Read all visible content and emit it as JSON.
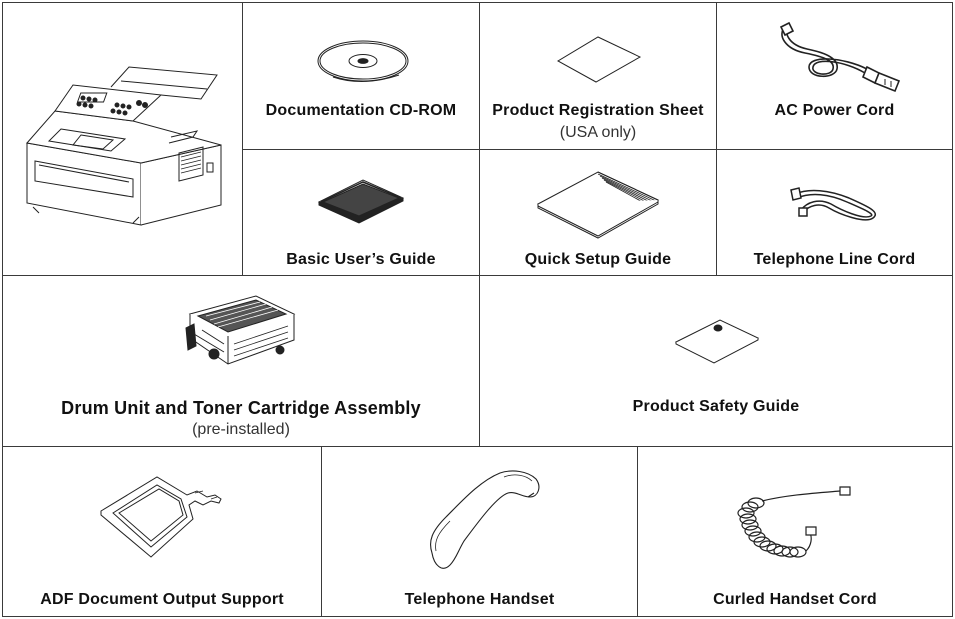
{
  "items": {
    "machine": {
      "icon": "fax-machine-icon"
    },
    "cd": {
      "label": "Documentation CD-ROM",
      "icon": "cd-rom-icon"
    },
    "registration": {
      "label": "Product Registration Sheet",
      "note": "(USA only)",
      "icon": "sheet-icon"
    },
    "power": {
      "label": "AC Power Cord",
      "icon": "power-cord-icon"
    },
    "users_guide": {
      "label": "Basic User’s Guide",
      "icon": "booklet-icon"
    },
    "quick_setup": {
      "label": "Quick Setup Guide",
      "icon": "guide-booklet-icon"
    },
    "line_cord": {
      "label": "Telephone Line Cord",
      "icon": "telephone-line-cord-icon"
    },
    "drum": {
      "label": "Drum Unit and Toner Cartridge Assembly",
      "note": "(pre-installed)",
      "icon": "drum-toner-icon"
    },
    "safety": {
      "label": "Product Safety Guide",
      "icon": "safety-guide-icon"
    },
    "adf": {
      "label": "ADF Document Output Support",
      "icon": "adf-support-icon"
    },
    "handset": {
      "label": "Telephone Handset",
      "icon": "telephone-handset-icon"
    },
    "curled": {
      "label": "Curled Handset Cord",
      "icon": "curled-cord-icon"
    }
  }
}
